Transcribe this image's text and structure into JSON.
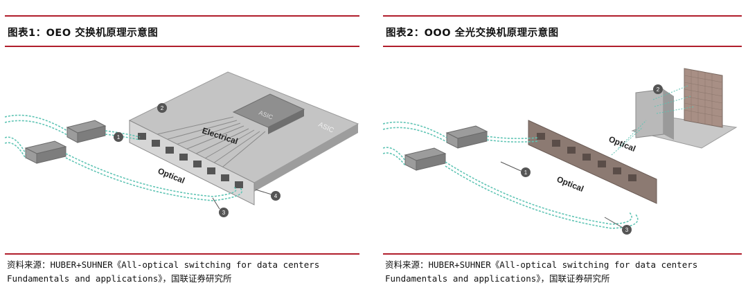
{
  "left": {
    "title": "图表1：OEO 交换机原理示意图",
    "labels": {
      "electrical": "Electrical",
      "optical": "Optical",
      "asic": "ASIC",
      "chip": "ASIC"
    },
    "markers": [
      "1",
      "2",
      "3",
      "4"
    ],
    "source": "资料来源：HUBER+SUHNER《All-optical switching for data centers\nFundamentals and applications》，国联证券研究所"
  },
  "right": {
    "title": "图表2：OOO 全光交换机原理示意图",
    "labels": {
      "optical_top": "Optical",
      "optical_bottom": "Optical"
    },
    "markers": [
      "1",
      "2",
      "3"
    ],
    "source": "资料来源：HUBER+SUHNER《All-optical switching for data centers\nFundamentals and applications》，国联证券研究所"
  },
  "colors": {
    "accent_rule": "#b01d2b",
    "fiber": "#5fc4b4",
    "marker": "#555555",
    "board": "#bcbcbc"
  }
}
